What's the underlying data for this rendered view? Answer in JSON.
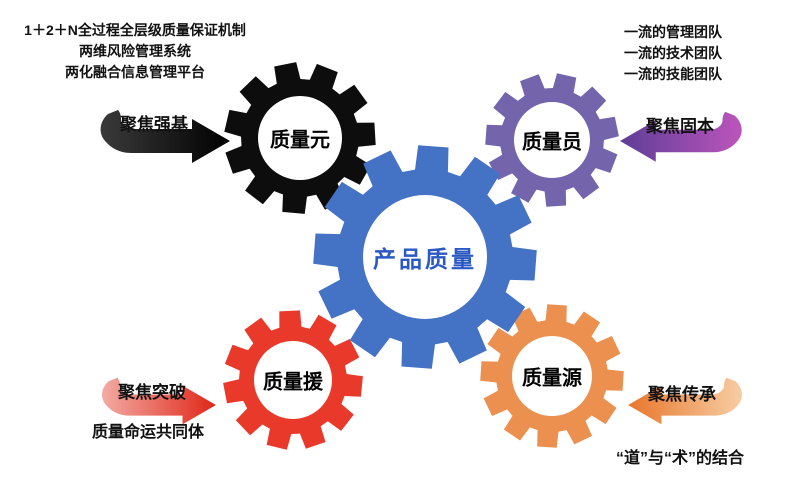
{
  "center": {
    "label": "产品质量",
    "color": "#4472C4",
    "label_color": "#2B59C3"
  },
  "satellites": [
    {
      "position": "top-left",
      "label": "质量元",
      "color": "#0D0D0D",
      "arrow": {
        "label": "聚焦强基",
        "direction": "right",
        "color_from": "#3A3A3A",
        "color_to": "#000000"
      },
      "notes": [
        "1＋2＋N全过程全层级质量保证机制",
        "两维风险管理系统",
        "两化融合信息管理平台"
      ]
    },
    {
      "position": "top-right",
      "label": "质量员",
      "color": "#7464AC",
      "arrow": {
        "label": "聚焦固本",
        "direction": "left",
        "color_from": "#BC55BC",
        "color_to": "#5E3D96"
      },
      "notes": [
        "一流的管理团队",
        "一流的技术团队",
        "一流的技能团队"
      ]
    },
    {
      "position": "bottom-left",
      "label": "质量援",
      "color": "#E8392B",
      "arrow": {
        "label": "聚焦突破",
        "direction": "right",
        "color_from": "#F2ABA4",
        "color_to": "#DF2718"
      },
      "notes": [
        "质量命运共同体"
      ]
    },
    {
      "position": "bottom-right",
      "label": "质量源",
      "color": "#EC9050",
      "arrow": {
        "label": "聚焦传承",
        "direction": "left",
        "color_from": "#F7CDA4",
        "color_to": "#E8762B"
      },
      "notes": [
        "“道”与“术”的结合"
      ]
    }
  ]
}
